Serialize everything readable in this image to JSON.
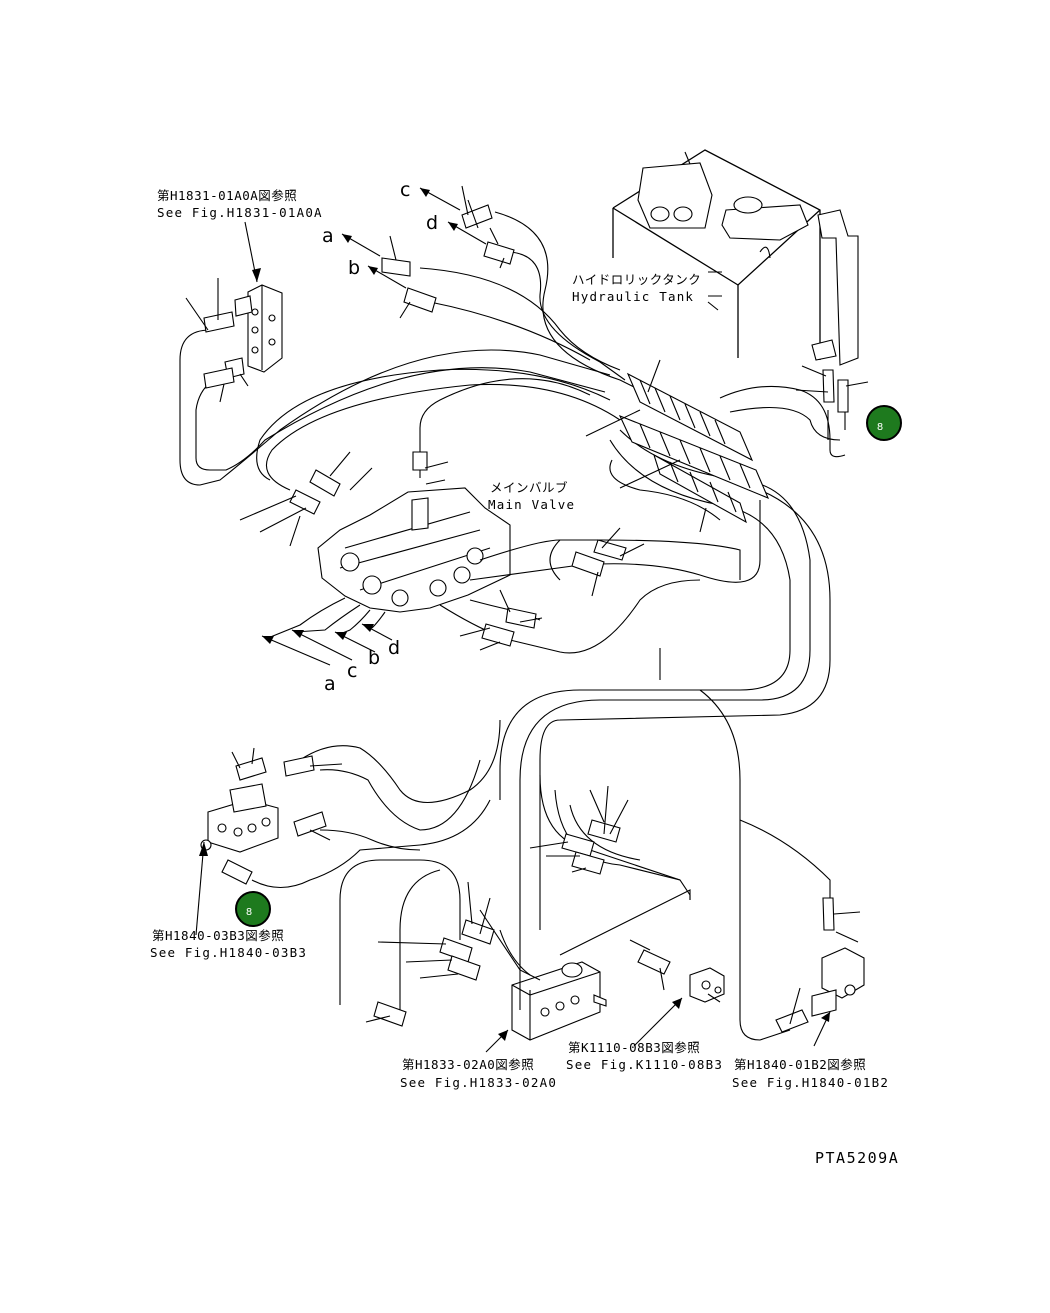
{
  "refs": {
    "h1831": {
      "jp": "第H1831-01A0A図参照",
      "en": "See Fig.H1831-01A0A"
    },
    "h1840_03": {
      "jp": "第H1840-03B3図参照",
      "en": "See Fig.H1840-03B3"
    },
    "h1833": {
      "jp": "第H1833-02A0図参照",
      "en": "See Fig.H1833-02A0"
    },
    "k1110": {
      "jp": "第K1110-08B3図参照",
      "en": "See Fig.K1110-08B3"
    },
    "h1840_01": {
      "jp": "第H1840-01B2図参照",
      "en": "See Fig.H1840-01B2"
    }
  },
  "hydraulic_tank": {
    "jp": "ハイドロリックタンク",
    "en": "Hydraulic Tank"
  },
  "main_valve": {
    "jp": "メインバルブ",
    "en": "Main Valve"
  },
  "connection_letters": {
    "top": {
      "a": "a",
      "b": "b",
      "c": "c",
      "d": "d"
    },
    "bottom": {
      "a": "a",
      "b": "b",
      "c": "c",
      "d": "d"
    }
  },
  "badges": {
    "right": "8",
    "left": "8",
    "color": "#1e7a1e"
  },
  "drawing_code": "PTA5209A"
}
